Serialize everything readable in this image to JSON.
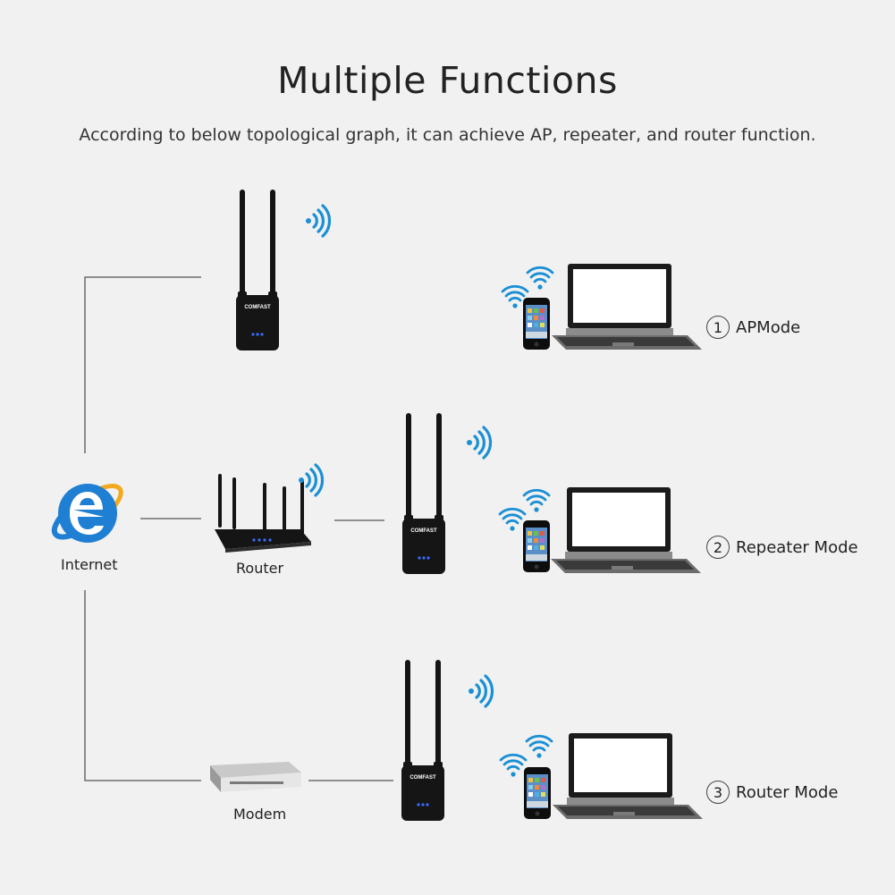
{
  "title": "Multiple Functions",
  "subtitle": "According to below topological graph, it can achieve AP, repeater, and router function.",
  "labels": {
    "internet": "Internet",
    "router": "Router",
    "modem": "Modem"
  },
  "brand": "COMFAST",
  "modes": [
    {
      "num": "1",
      "label": "APMode"
    },
    {
      "num": "2",
      "label": "Repeater Mode"
    },
    {
      "num": "3",
      "label": "Router Mode"
    }
  ],
  "colors": {
    "background": "#f1f1f1",
    "wifi": "#1a8fd6",
    "device": "#141414",
    "line": "#555555",
    "ie_blue": "#1f7fd3",
    "led": "#3a6cff"
  }
}
